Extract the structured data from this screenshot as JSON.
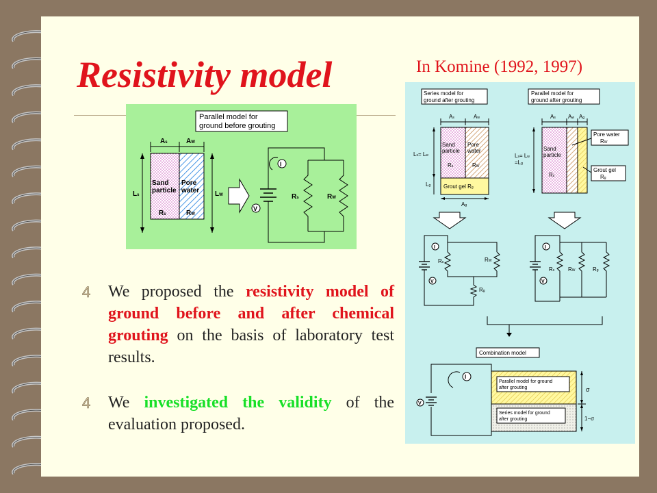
{
  "slide": {
    "title": "Resistivity model",
    "citation": "In Komine (1992, 1997)"
  },
  "bullets": [
    {
      "t1": "We proposed the ",
      "h1": "resistivity model of ground before and after chemical grouting",
      "t2": " on the basis of laboratory test results."
    },
    {
      "t1": "We ",
      "h1": "investigated the validity",
      "t2": " of the evaluation proposed."
    }
  ],
  "left_figure": {
    "box_label_1": "Parallel model for",
    "box_label_2": "ground before grouting",
    "dim_as": "A",
    "dim_as_sub": "s",
    "dim_aw": "A",
    "dim_aw_sub": "W",
    "dim_ls": "L",
    "dim_ls_sub": "s",
    "dim_lw": "L",
    "dim_lw_sub": "W",
    "sand_1": "Sand",
    "sand_2": "particle",
    "pore_1": "Pore",
    "pore_2": "water",
    "rs": "R",
    "rs_sub": "s",
    "rw": "R",
    "rw_sub": "W",
    "current": "I",
    "voltage": "V"
  },
  "right_figure": {
    "series_label_1": "Series model for",
    "series_label_2": "ground after grouting",
    "parallel_label_1": "Parallel model for",
    "parallel_label_2": "ground after grouting",
    "as": "A",
    "as_sub": "s",
    "aw": "A",
    "aw_sub": "w",
    "ag": "A",
    "ag_sub": "g",
    "ls_eq_lw": "L",
    "ls_eq_lw_mid": "s",
    "ls_eq_lw_rest": "= L",
    "ls_eq_lw_end": "w",
    "lg": "L",
    "lg_sub": "g",
    "ag_bottom": "A",
    "ag_bottom_sub": "g",
    "eq_lg": "=L",
    "eq_lg_sub": "g",
    "sand_1": "Sand",
    "sand_2": "particle",
    "pore_1": "Pore",
    "pore_2": "water",
    "grout_gel": "Grout gel R",
    "grout_gel_sub": "g",
    "pore_water_label": "Pore water",
    "pore_water_r": "R",
    "pore_water_r_sub": "W",
    "grout_gel_label_1": "Grout gel",
    "grout_gel_label_2": "R",
    "grout_gel_label_2_sub": "g",
    "r": "R",
    "s_sub": "s",
    "w_sub": "W",
    "g_sub": "g",
    "current": "I",
    "voltage": "V",
    "combination_label": "Combination model",
    "combo_parallel_1": "Parallel model for ground",
    "combo_parallel_2": "after grouting",
    "combo_series_1": "Series model for ground",
    "combo_series_2": "after grouting",
    "sigma": "σ",
    "one_minus_sigma": "1−σ"
  },
  "colors": {
    "accent_red": "#e0141c",
    "accent_green": "#18e028",
    "slide_bg": "#ffffe8",
    "frame_bg": "#8b7762",
    "figure_bg": "#c8f0ee",
    "left_figure_bg": "#a8f09a"
  }
}
